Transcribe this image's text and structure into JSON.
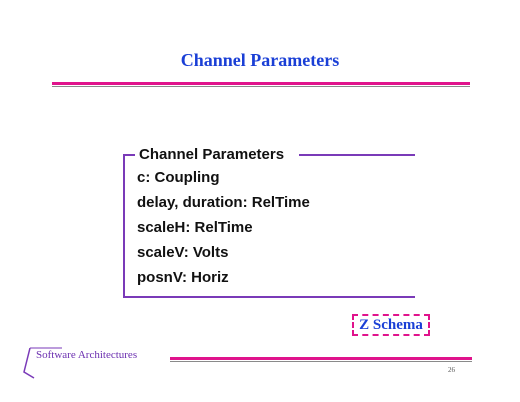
{
  "slide": {
    "title": "Channel Parameters"
  },
  "schema": {
    "name": "Channel Parameters",
    "declarations": [
      "c: Coupling",
      "delay, duration: RelTime",
      "scaleH: RelTime",
      "scaleV: Volts",
      "posnV: Horiz"
    ]
  },
  "badge": {
    "label": "Z Schema"
  },
  "footer": {
    "text": "Software Architectures",
    "page_number": "26"
  },
  "colors": {
    "title": "#1a3fd6",
    "rule": "#e0138c",
    "schema_lines": "#7a3ab8",
    "footer_text": "#6b2fb0"
  }
}
